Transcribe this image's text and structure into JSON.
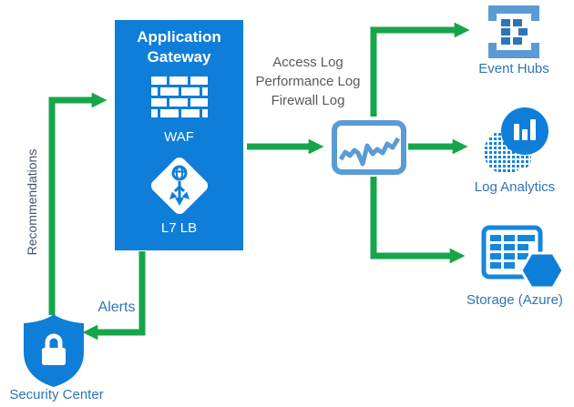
{
  "colors": {
    "green": "#17a54b",
    "azure": "#0e7ed8",
    "label_blue": "#2e75b6",
    "muted_blue": "#44546a",
    "gray_text": "#595959",
    "light_blue": "#5b9bd5",
    "icon_blue": "#1586de"
  },
  "gateway": {
    "title": "Application Gateway",
    "waf_label": "WAF",
    "lb_label": "L7 LB"
  },
  "flow_labels": {
    "lines": [
      "Access Log",
      "Performance Log",
      "Firewall Log"
    ]
  },
  "edges": {
    "recommendations_label": "Recommendations",
    "alerts_label": "Alerts"
  },
  "targets": {
    "event_hubs": {
      "label": "Event Hubs"
    },
    "log_analytics": {
      "label": "Log Analytics"
    },
    "storage": {
      "label": "Storage (Azure)"
    },
    "security_center": {
      "label": "Security Center"
    }
  }
}
